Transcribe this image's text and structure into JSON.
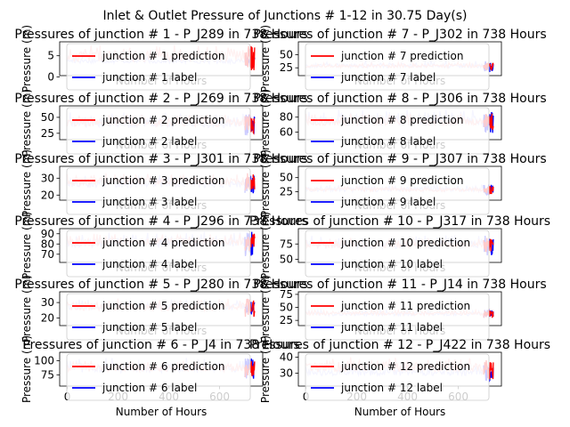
{
  "figure": {
    "suptitle": "Inlet & Outlet Pressure of Junctions # 1-12 in 30.75 Day(s)"
  },
  "colors": {
    "prediction": "#ff0000",
    "label": "#0000ff",
    "band_pred": "#ffbbbb",
    "band_label": "#ccccff"
  },
  "chart_data": [
    {
      "type": "line",
      "title": "Pressures of junction # 1 - P_J289 in 738 Hours",
      "ylabel": "Pressure (m)",
      "xlabel": "Number of Hours",
      "xlim": [
        -30,
        770
      ],
      "ylim": [
        0.3,
        8.3
      ],
      "yticks": [
        0,
        5
      ],
      "xticks": [],
      "series": [
        {
          "name": "junction # 1 prediction",
          "range": [
            1.5,
            7.5
          ]
        },
        {
          "name": "junction # 1 label",
          "range": [
            2.2,
            5.0
          ]
        }
      ]
    },
    {
      "type": "line",
      "title": "Pressures of junction # 7 - P_J302 in 738 Hours",
      "ylabel": "Pressure (m)",
      "xlabel": "Number of Hours",
      "xlim": [
        -30,
        770
      ],
      "ylim": [
        10,
        75
      ],
      "yticks": [
        25,
        50
      ],
      "xticks": [],
      "series": [
        {
          "name": "junction # 7 prediction",
          "range": [
            20,
            35
          ]
        },
        {
          "name": "junction # 7 label",
          "range": [
            18,
            38
          ]
        }
      ]
    },
    {
      "type": "line",
      "title": "Pressures of junction # 2 - P_J269 in 738 Hours",
      "ylabel": "Pressure (m)",
      "xlabel": "Number of Hours",
      "xlim": [
        -30,
        770
      ],
      "ylim": [
        15,
        68
      ],
      "yticks": [
        25,
        50
      ],
      "xticks": [],
      "series": [
        {
          "name": "junction # 2 prediction",
          "range": [
            25,
            55
          ]
        },
        {
          "name": "junction # 2 label",
          "range": [
            20,
            58
          ]
        }
      ]
    },
    {
      "type": "line",
      "title": "Pressures of junction # 8 - P_J306 in 738 Hours",
      "ylabel": "Pressure (m)",
      "xlabel": "Number of Hours",
      "xlim": [
        -30,
        770
      ],
      "ylim": [
        50,
        95
      ],
      "yticks": [
        60,
        80
      ],
      "xticks": [],
      "series": [
        {
          "name": "junction # 8 prediction",
          "range": [
            60,
            85
          ]
        },
        {
          "name": "junction # 8 label",
          "range": [
            58,
            90
          ]
        }
      ]
    },
    {
      "type": "line",
      "title": "Pressures of junction # 3 - P_J301 in 738 Hours",
      "ylabel": "Pressure (m)",
      "xlabel": "Number of Hours",
      "xlim": [
        -30,
        770
      ],
      "ylim": [
        17,
        37
      ],
      "yticks": [
        20,
        30
      ],
      "xticks": [],
      "series": [
        {
          "name": "junction # 3 prediction",
          "range": [
            22,
            33
          ]
        },
        {
          "name": "junction # 3 label",
          "range": [
            20,
            32
          ]
        }
      ]
    },
    {
      "type": "line",
      "title": "Pressures of junction # 9 - P_J307 in 738 Hours",
      "ylabel": "Pressure (m)",
      "xlabel": "Number of Hours",
      "xlim": [
        -30,
        770
      ],
      "ylim": [
        10,
        70
      ],
      "yticks": [
        25,
        50
      ],
      "xticks": [],
      "series": [
        {
          "name": "junction # 9 prediction",
          "range": [
            20,
            35
          ]
        },
        {
          "name": "junction # 9 label",
          "range": [
            18,
            38
          ]
        }
      ]
    },
    {
      "type": "line",
      "title": "Pressures of junction # 4 - P_J296 in 738 Hours",
      "ylabel": "Pressure (m)",
      "xlabel": "Number of Hours",
      "xlim": [
        -30,
        770
      ],
      "ylim": [
        62,
        95
      ],
      "yticks": [
        70,
        80,
        90
      ],
      "xticks": [],
      "series": [
        {
          "name": "junction # 4 prediction",
          "range": [
            72,
            90
          ]
        },
        {
          "name": "junction # 4 label",
          "range": [
            68,
            92
          ]
        }
      ]
    },
    {
      "type": "line",
      "title": "Pressures of junction # 10 - P_J317 in 738 Hours",
      "ylabel": "Pressure (m)",
      "xlabel": "Number of Hours",
      "xlim": [
        -30,
        770
      ],
      "ylim": [
        45,
        100
      ],
      "yticks": [
        50,
        75
      ],
      "xticks": [],
      "series": [
        {
          "name": "junction # 10 prediction",
          "range": [
            60,
            85
          ]
        },
        {
          "name": "junction # 10 label",
          "range": [
            55,
            90
          ]
        }
      ]
    },
    {
      "type": "line",
      "title": "Pressures of junction # 5 - P_J280 in 738 Hours",
      "ylabel": "Pressure (m)",
      "xlabel": "Number of Hours",
      "xlim": [
        -30,
        770
      ],
      "ylim": [
        15,
        37
      ],
      "yticks": [
        20,
        30
      ],
      "xticks": [],
      "series": [
        {
          "name": "junction # 5 prediction",
          "range": [
            20,
            33
          ]
        },
        {
          "name": "junction # 5 label",
          "range": [
            22,
            32
          ]
        }
      ]
    },
    {
      "type": "line",
      "title": "Pressures of junction # 11 - P_J14 in 738 Hours",
      "ylabel": "Pressure (m)",
      "xlabel": "Number of Hours",
      "xlim": [
        -30,
        770
      ],
      "ylim": [
        15,
        80
      ],
      "yticks": [
        25,
        50,
        75
      ],
      "xticks": [],
      "series": [
        {
          "name": "junction # 11 prediction",
          "range": [
            30,
            45
          ]
        },
        {
          "name": "junction # 11 label",
          "range": [
            28,
            45
          ]
        }
      ]
    },
    {
      "type": "line",
      "title": "Pressures of junction # 6 - P_J4 in 738 Hours",
      "ylabel": "Pressure (m)",
      "xlabel": "Number of Hours",
      "xlim": [
        -30,
        770
      ],
      "ylim": [
        55,
        115
      ],
      "yticks": [
        75,
        100
      ],
      "xticks": [
        0,
        200,
        400,
        600
      ],
      "series": [
        {
          "name": "junction # 6 prediction",
          "range": [
            70,
            100
          ]
        },
        {
          "name": "junction # 6 label",
          "range": [
            65,
            105
          ]
        }
      ]
    },
    {
      "type": "line",
      "title": "Pressures of junction # 12 - P_J422 in 738 Hours",
      "ylabel": "Pressure (m)",
      "xlabel": "Number of Hours",
      "xlim": [
        -30,
        770
      ],
      "ylim": [
        22,
        43
      ],
      "yticks": [
        30,
        40
      ],
      "xticks": [
        0,
        200,
        400,
        600
      ],
      "series": [
        {
          "name": "junction # 12 prediction",
          "range": [
            26,
            40
          ]
        },
        {
          "name": "junction # 12 label",
          "range": [
            25,
            35
          ]
        }
      ]
    }
  ]
}
